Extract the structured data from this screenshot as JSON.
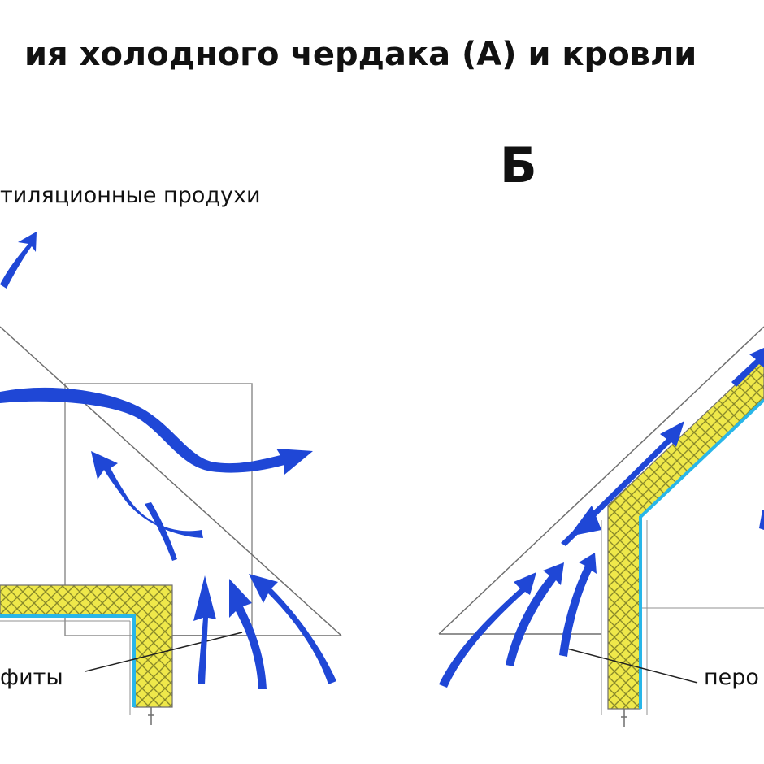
{
  "title": "ия холодного чердака (А) и кровли",
  "panel_b_letter": "Б",
  "labels": {
    "vents": "тиляционные продухи",
    "soffits": "фиты",
    "perforation": "перо"
  },
  "colors": {
    "airflow": "#1f47d6",
    "insulation": "#efe84a",
    "insulation_hatch": "#8a8a2a",
    "membrane": "#29b6e8",
    "outline": "#909090",
    "roof_line": "#6f6f6f"
  }
}
